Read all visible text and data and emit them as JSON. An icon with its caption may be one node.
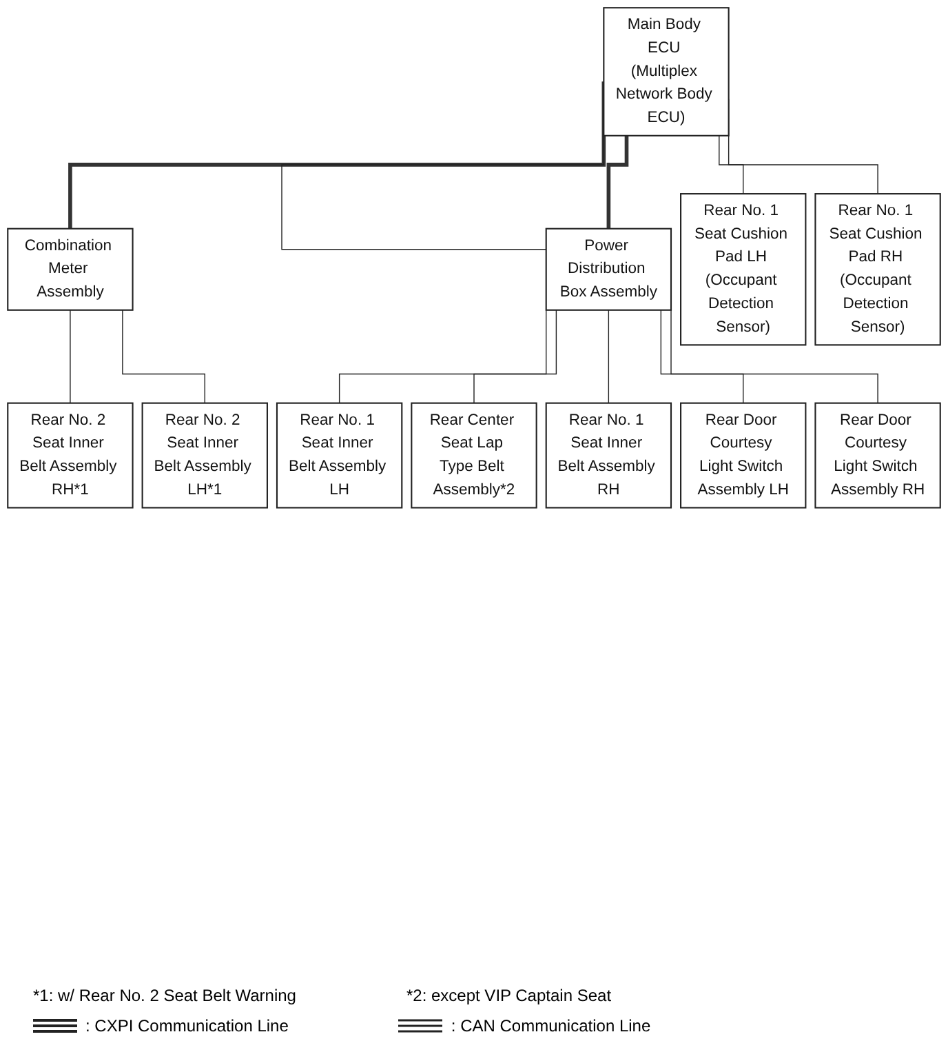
{
  "diagram": {
    "nodes": [
      {
        "text": [
          "Main Body ECU (Multiplex Network Body ECU)"
        ]
      },
      {
        "text": [
          "Combination Meter Assembly"
        ]
      },
      {
        "text": [
          "Rear No. 2 Seat Inner Belt Assembly RH*1"
        ]
      },
      {
        "text": [
          "Rear No. 2 Seat Inner Belt Assembly LH*1"
        ]
      },
      {
        "text": [
          "Rear No. 1 Seat Cushion Pad LH (Occupant Detection Sensor)"
        ]
      },
      {
        "text": [
          "Rear No. 1 Seat Cushion Pad RH (Occupant Detection Sensor)"
        ]
      },
      {
        "text": [
          "Power Distribution Box Assembly"
        ]
      },
      {
        "text": [
          "Rear No. 1 Seat Inner Belt Assembly LH"
        ]
      },
      {
        "text": [
          "Rear Center Seat Lap Type Belt Assembly*2"
        ]
      },
      {
        "text": [
          "Rear No. 1 Seat Inner Belt Assembly RH"
        ]
      },
      {
        "text": [
          "Rear Door Courtesy Light Switch Assembly LH"
        ]
      },
      {
        "text": [
          "Rear Door Courtesy Light Switch Assembly RH"
        ]
      }
    ],
    "edges": [
      {
        "from": 0,
        "to": 1,
        "arrow": "none",
        "style": "thick"
      },
      {
        "from": 1,
        "to": 2,
        "arrow": "none"
      },
      {
        "from": 1,
        "to": 3,
        "arrow": "none"
      },
      {
        "from": 0,
        "to": 4,
        "arrow": "none"
      },
      {
        "from": 0,
        "to": 5,
        "arrow": "none"
      },
      {
        "from": 0,
        "to": 6,
        "arrow": "none"
      },
      {
        "from": 0,
        "to": 6,
        "arrow": "none",
        "style": "thick"
      },
      {
        "from": 6,
        "to": 7,
        "arrow": "none"
      },
      {
        "from": 6,
        "to": 8,
        "arrow": "none"
      },
      {
        "from": 6,
        "to": 9,
        "arrow": "none"
      },
      {
        "from": 6,
        "to": 10,
        "arrow": "none"
      },
      {
        "from": 6,
        "to": 11,
        "arrow": "none"
      }
    ],
    "labels": [
      "*1: w/ Rear No. 2 Seat Belt Warning",
      "*2: except VIP Captain Seat"
    ],
    "legend": [
      {
        "text": ": CXPI Communication Line"
      },
      {
        "text": ": CAN Communication Line"
      }
    ]
  }
}
